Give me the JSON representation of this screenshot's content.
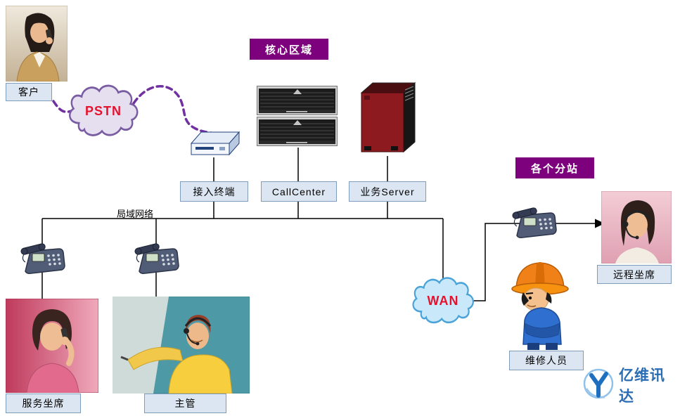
{
  "headers": {
    "core_area": "核心区域",
    "substations": "各个分站"
  },
  "nodes": {
    "customer": "客户",
    "pstn": "PSTN",
    "access_terminal": "接入终端",
    "call_center": "CallCenter",
    "business_server": "业务Server",
    "lan": "局域网络",
    "wan": "WAN",
    "service_agent": "服务坐席",
    "supervisor": "主管",
    "remote_agent": "远程坐席",
    "maintenance_staff": "维修人员"
  },
  "logo": {
    "text": "亿维讯达"
  },
  "colors": {
    "header_bg": "#7d017d",
    "header_text": "#ffffff",
    "label_bg": "#dce6f2",
    "label_border": "#7f9db9",
    "pstn_fill": "#e6dff0",
    "pstn_stroke": "#7a5ca3",
    "wan_fill": "#c9e9fa",
    "wan_stroke": "#49a3d9",
    "cloud_text": "#e8112d",
    "dashed_line": "#7030a0",
    "connector": "#000000",
    "logo_blue": "#2a6db5"
  }
}
